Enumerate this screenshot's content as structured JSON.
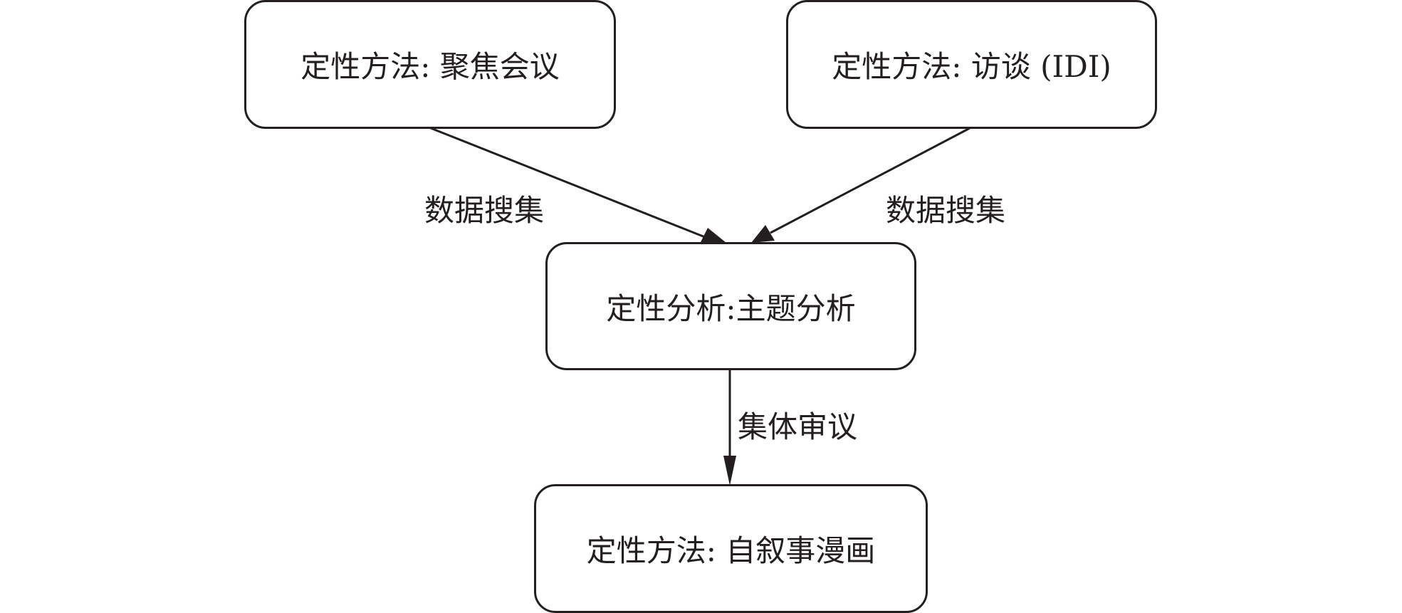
{
  "diagram": {
    "nodes": [
      {
        "id": "focus-group",
        "label": "定性方法: 聚焦会议"
      },
      {
        "id": "interview",
        "label": "定性方法: 访谈 (IDI)"
      },
      {
        "id": "thematic-analysis",
        "label": "定性分析:主题分析"
      },
      {
        "id": "self-narrative-comic",
        "label": "定性方法: 自叙事漫画"
      }
    ],
    "edges": [
      {
        "from": "focus-group",
        "to": "thematic-analysis",
        "label": "数据搜集"
      },
      {
        "from": "interview",
        "to": "thematic-analysis",
        "label": "数据搜集"
      },
      {
        "from": "thematic-analysis",
        "to": "self-narrative-comic",
        "label": "集体审议"
      }
    ],
    "colors": {
      "stroke": "#231f20",
      "background": "#ffffff"
    }
  }
}
